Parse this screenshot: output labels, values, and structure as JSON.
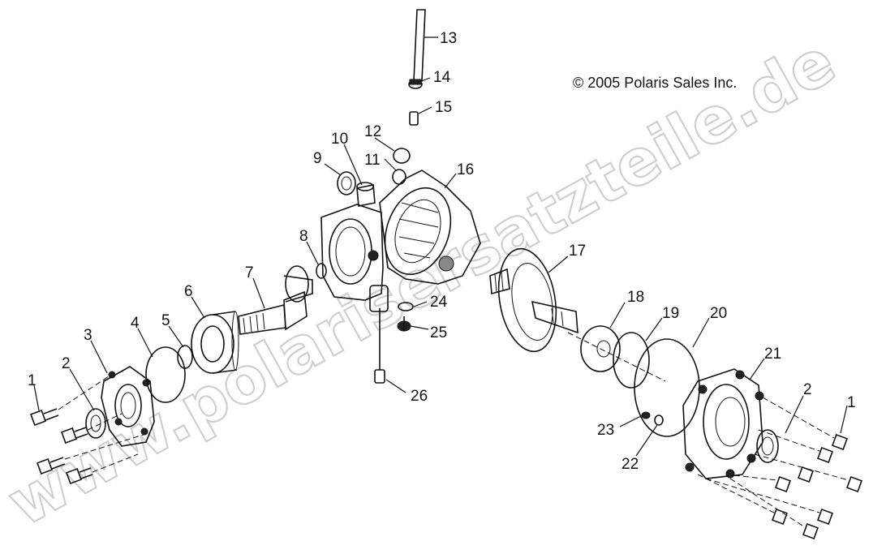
{
  "copyright": "© 2005 Polaris Sales Inc.",
  "watermark": "www.polarisersatzteile.de",
  "callouts": {
    "c1a": "1",
    "c2a": "2",
    "c3": "3",
    "c4": "4",
    "c5": "5",
    "c6": "6",
    "c7": "7",
    "c8": "8",
    "c9": "9",
    "c10": "10",
    "c11": "11",
    "c12": "12",
    "c13": "13",
    "c14": "14",
    "c15": "15",
    "c16": "16",
    "c17": "17",
    "c18": "18",
    "c19": "19",
    "c20": "20",
    "c21": "21",
    "c22": "22",
    "c23": "23",
    "c24": "24",
    "c25": "25",
    "c26": "26",
    "c2b": "2",
    "c1b": "1"
  }
}
